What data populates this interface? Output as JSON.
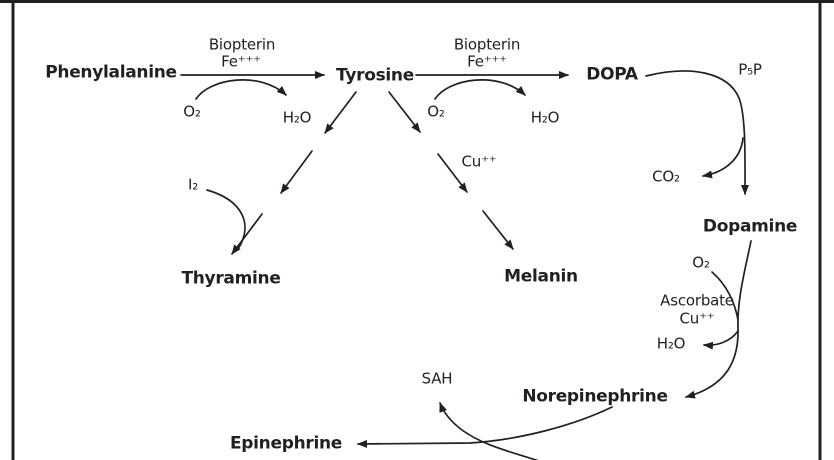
{
  "diagram": {
    "description": "Phenylalanine and tyrosine metabolic pathway",
    "colors": {
      "ink": "#231f20",
      "background": "#ffffff"
    },
    "nodes": {
      "phenylalanine": "Phenylalanine",
      "tyrosine": "Tyrosine",
      "dopa": "DOPA",
      "dopamine": "Dopamine",
      "thyramine": "Thyramine",
      "melanin": "Melanin",
      "norepinephrine": "Norepinephrine",
      "epinephrine": "Epinephrine"
    },
    "cofactors": {
      "biopterin_1": "Biopterin",
      "fe_1": "Fe⁺⁺⁺",
      "o2_1": "O₂",
      "h2o_1": "H₂O",
      "biopterin_2": "Biopterin",
      "fe_2": "Fe⁺⁺⁺",
      "o2_2": "O₂",
      "h2o_2": "H₂O",
      "i2": "I₂",
      "cu_1": "Cu⁺⁺",
      "p5p": "P₅P",
      "co2": "CO₂",
      "o2_3": "O₂",
      "ascorbate": "Ascorbate",
      "cu_2": "Cu⁺⁺",
      "h2o_3": "H₂O",
      "sah": "SAH"
    },
    "reactions": [
      "Phenylalanine -> Tyrosine (Biopterin, Fe+++; O2 -> H2O)",
      "Tyrosine -> DOPA (Biopterin, Fe+++; O2 -> H2O)",
      "Tyrosine -> Thyramine (I2)",
      "Tyrosine -> Melanin (Cu++)",
      "DOPA -> Dopamine (P5P; releases CO2)",
      "Dopamine -> Norepinephrine (O2, Ascorbate, Cu++; releases H2O)",
      "Norepinephrine -> Epinephrine (releases SAH)"
    ]
  }
}
